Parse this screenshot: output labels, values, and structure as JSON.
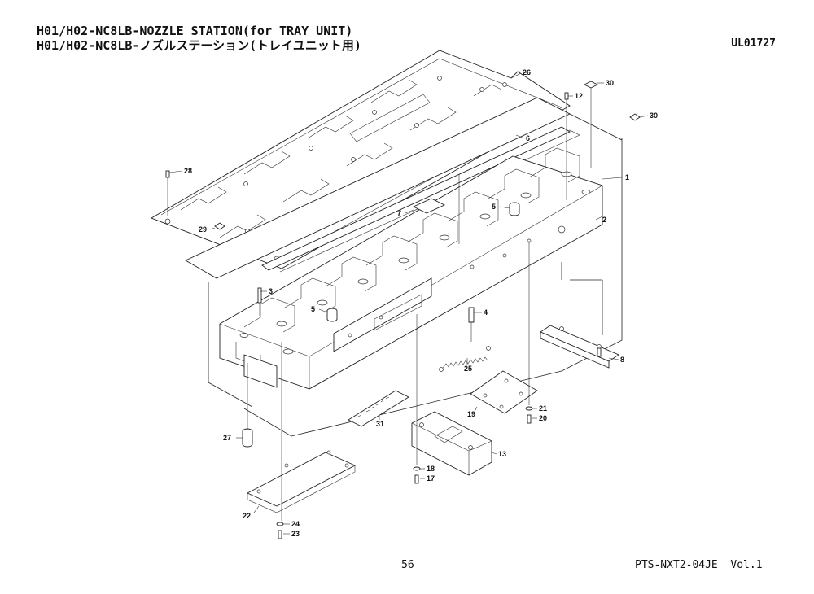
{
  "header": {
    "title_en": "H01/H02-NC8LB-NOZZLE STATION(for TRAY UNIT)",
    "title_ja": "H01/H02-NC8LB-ノズルステーション(トレイユニット用)",
    "doc_id": "UL01727"
  },
  "footer": {
    "page_number": "56",
    "publication": "PTS-NXT2-04JE  Vol.1"
  },
  "callouts": [
    {
      "id": "c1",
      "label": "1"
    },
    {
      "id": "c2",
      "label": "2"
    },
    {
      "id": "c3",
      "label": "3"
    },
    {
      "id": "c4",
      "label": "4"
    },
    {
      "id": "c5a",
      "label": "5"
    },
    {
      "id": "c5b",
      "label": "5"
    },
    {
      "id": "c6",
      "label": "6"
    },
    {
      "id": "c7",
      "label": "7"
    },
    {
      "id": "c8",
      "label": "8"
    },
    {
      "id": "c12",
      "label": "12"
    },
    {
      "id": "c13",
      "label": "13"
    },
    {
      "id": "c17",
      "label": "17"
    },
    {
      "id": "c18",
      "label": "18"
    },
    {
      "id": "c19",
      "label": "19"
    },
    {
      "id": "c20",
      "label": "20"
    },
    {
      "id": "c21",
      "label": "21"
    },
    {
      "id": "c22",
      "label": "22"
    },
    {
      "id": "c23",
      "label": "23"
    },
    {
      "id": "c24",
      "label": "24"
    },
    {
      "id": "c25",
      "label": "25"
    },
    {
      "id": "c26",
      "label": "26"
    },
    {
      "id": "c27",
      "label": "27"
    },
    {
      "id": "c28",
      "label": "28"
    },
    {
      "id": "c29",
      "label": "29"
    },
    {
      "id": "c30a",
      "label": "30"
    },
    {
      "id": "c30b",
      "label": "30"
    },
    {
      "id": "c31",
      "label": "31"
    }
  ]
}
